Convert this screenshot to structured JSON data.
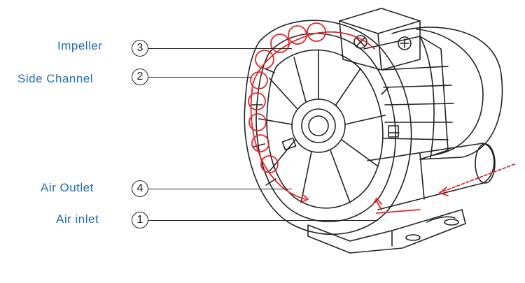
{
  "colors": {
    "label": "#1f6db5",
    "flow": "#e0262b",
    "line": "#222222"
  },
  "callouts": [
    {
      "id": "impeller",
      "label": "Impeller",
      "number": "3"
    },
    {
      "id": "side-channel",
      "label": "Side Channel",
      "number": "2"
    },
    {
      "id": "air-outlet",
      "label": "Air Outlet",
      "number": "4"
    },
    {
      "id": "air-inlet",
      "label": "Air inlet",
      "number": "1"
    }
  ]
}
